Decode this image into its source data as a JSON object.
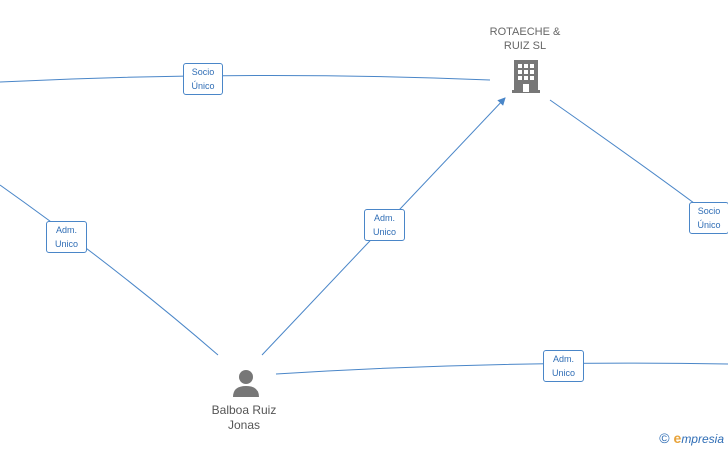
{
  "nodes": {
    "company": {
      "name": "ROTAECHE &\nRUIZ  SL",
      "icon": "building-icon"
    },
    "person": {
      "name": "Balboa Ruiz\nJonas",
      "icon": "person-icon"
    }
  },
  "edges": {
    "top_left": "Socio\nÚnico",
    "right": "Socio\nÚnico",
    "left": "Adm.\nUnico",
    "center": "Adm.\nUnico",
    "bottom_right": "Adm.\nUnico"
  },
  "brand": {
    "copyright": "©",
    "initial": "e",
    "rest": "mpresia"
  },
  "colors": {
    "edge": "#4a86c8",
    "icon": "#777777",
    "accent": "#e8a33a"
  }
}
